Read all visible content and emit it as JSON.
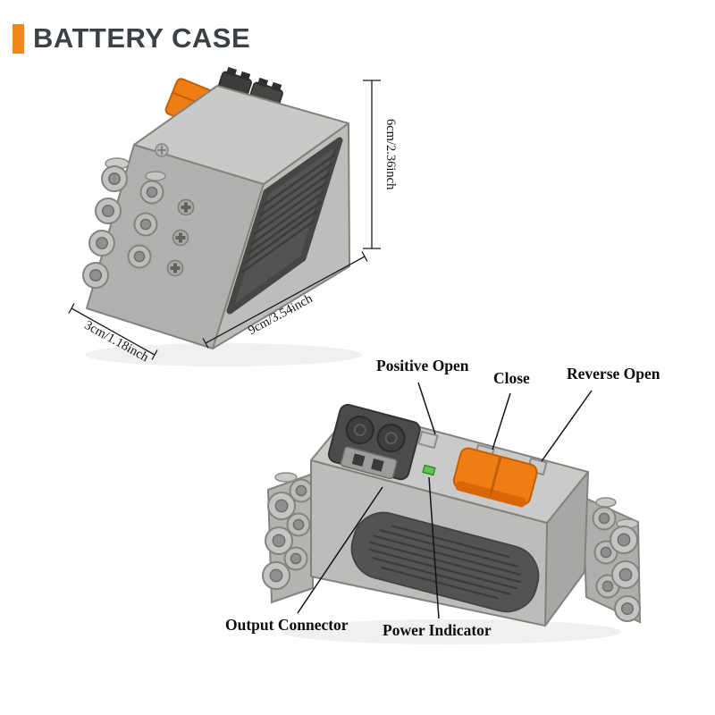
{
  "header": {
    "title": "BATTERY CASE"
  },
  "colors": {
    "accent": "#ef851b",
    "switch-orange": "#f07c14",
    "led-green": "#5ec455"
  },
  "isometric_view": {
    "dim_height": "6cm/2.36inch",
    "dim_length": "9cm/3.54inch",
    "dim_width": "3cm/1.18inch"
  },
  "detail_view": {
    "callouts": {
      "positive_open": "Positive Open",
      "close": "Close",
      "reverse_open": "Reverse Open",
      "output_connector": "Output Connector",
      "power_indicator": "Power Indicator"
    }
  }
}
